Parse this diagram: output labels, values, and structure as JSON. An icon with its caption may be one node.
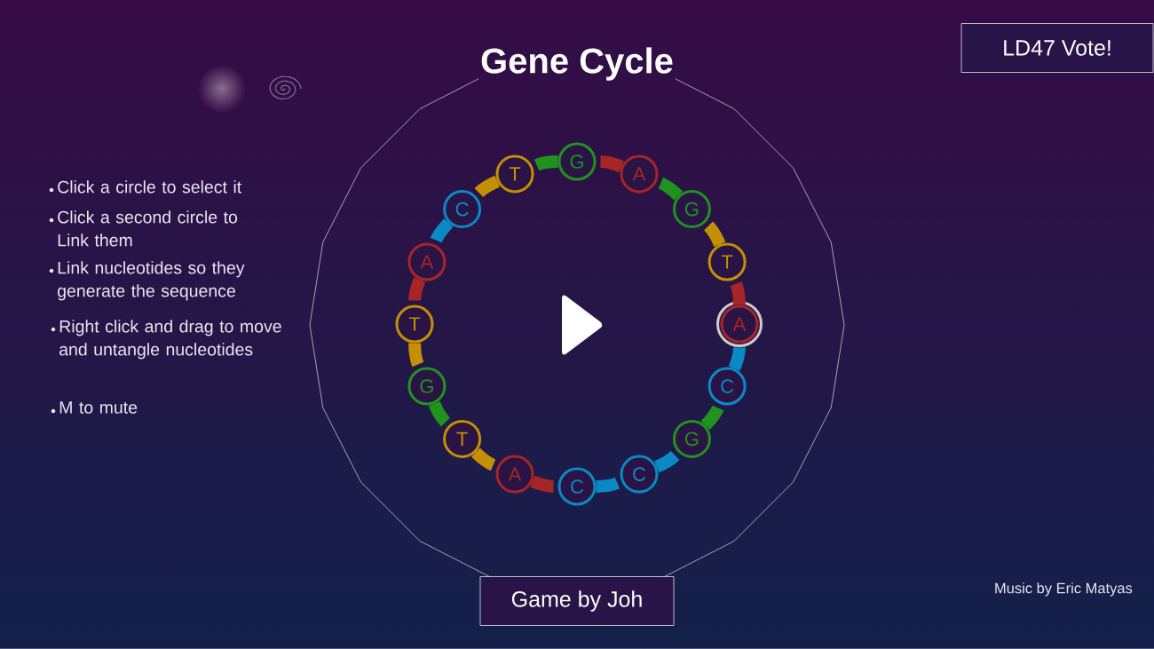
{
  "diagram": {
    "title": "Gene Cycle",
    "nodes": [
      {
        "text": [
          "G"
        ]
      },
      {
        "text": [
          "A"
        ]
      },
      {
        "text": [
          "G"
        ]
      },
      {
        "text": [
          "T"
        ]
      },
      {
        "text": [
          "A"
        ]
      },
      {
        "text": [
          "C"
        ]
      },
      {
        "text": [
          "G"
        ]
      },
      {
        "text": [
          "C"
        ]
      },
      {
        "text": [
          "C"
        ]
      },
      {
        "text": [
          "A"
        ]
      },
      {
        "text": [
          "T"
        ]
      },
      {
        "text": [
          "G"
        ]
      },
      {
        "text": [
          "T"
        ]
      },
      {
        "text": [
          "A"
        ]
      },
      {
        "text": [
          "C"
        ]
      },
      {
        "text": [
          "T"
        ]
      },
      {
        "text": [
          "LD47 Vote!"
        ]
      },
      {
        "text": [
          "Game by Joh"
        ]
      }
    ],
    "edges": [
      {
        "from": 0,
        "to": 15,
        "arrow": "none",
        "color": "#22921f"
      },
      {
        "from": 1,
        "to": 0,
        "arrow": "none",
        "color": "#a82527"
      },
      {
        "from": 2,
        "to": 1,
        "arrow": "none",
        "color": "#22921f"
      },
      {
        "from": 3,
        "to": 2,
        "arrow": "none",
        "color": "#c49000"
      },
      {
        "from": 4,
        "to": 3,
        "arrow": "none",
        "color": "#a82527"
      },
      {
        "from": 5,
        "to": 4,
        "arrow": "none",
        "color": "#0a8ac4"
      },
      {
        "from": 6,
        "to": 5,
        "arrow": "none",
        "color": "#22921f"
      },
      {
        "from": 7,
        "to": 6,
        "arrow": "none",
        "color": "#0a8ac4"
      },
      {
        "from": 8,
        "to": 7,
        "arrow": "none",
        "color": "#0a8ac4"
      },
      {
        "from": 9,
        "to": 8,
        "arrow": "none",
        "color": "#a82527"
      },
      {
        "from": 10,
        "to": 9,
        "arrow": "none",
        "color": "#c49000"
      },
      {
        "from": 11,
        "to": 10,
        "arrow": "none",
        "color": "#22921f"
      },
      {
        "from": 12,
        "to": 11,
        "arrow": "none",
        "color": "#c49000"
      },
      {
        "from": 13,
        "to": 12,
        "arrow": "none",
        "color": "#a82527"
      },
      {
        "from": 14,
        "to": 13,
        "arrow": "none",
        "color": "#0a8ac4"
      },
      {
        "from": 15,
        "to": 14,
        "arrow": "none",
        "color": "#c49000"
      }
    ],
    "labels": [
      "Click a circle to select it",
      "Click a second circle to Link them",
      "Link nucleotides so they generate the sequence",
      "Right click and drag to move and untangle nucleotides",
      "M to mute",
      "Music by Eric Matyas"
    ]
  }
}
